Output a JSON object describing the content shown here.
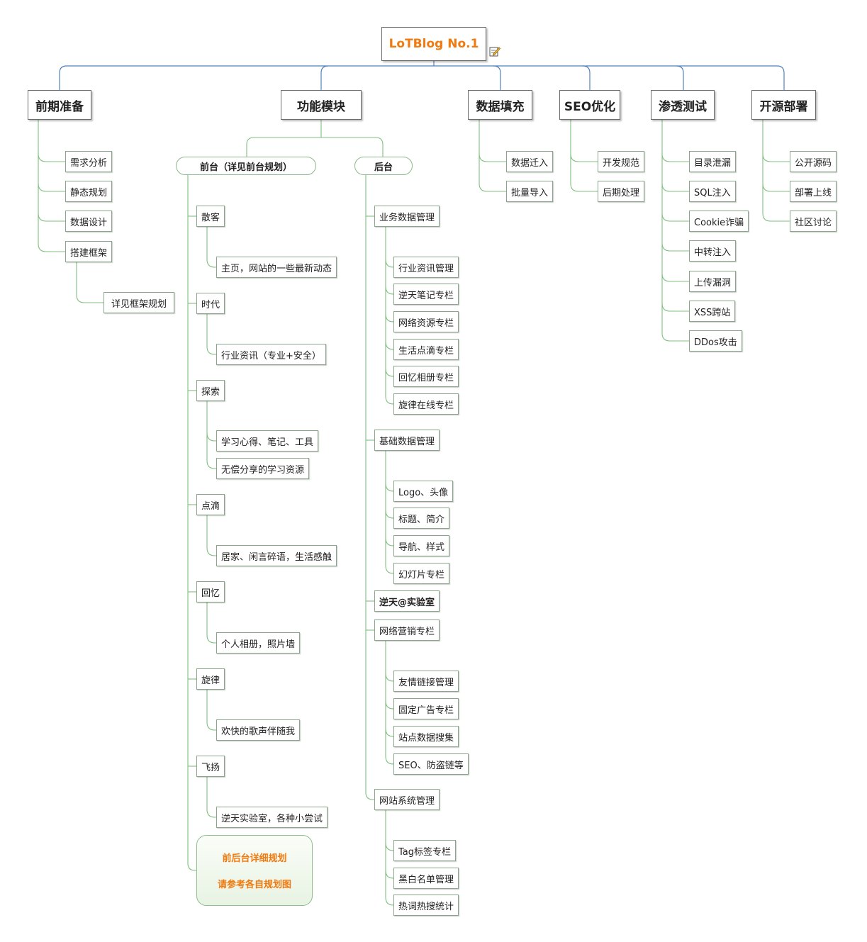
{
  "root": {
    "label": "LoTBlog No.1"
  },
  "branches": {
    "prep": {
      "label": "前期准备",
      "items": [
        "需求分析",
        "静态规划",
        "数据设计",
        "搭建框架"
      ],
      "sub": "详见框架规划"
    },
    "func": {
      "label": "功能模块"
    },
    "data": {
      "label": "数据填充",
      "items": [
        "数据迁入",
        "批量导入"
      ]
    },
    "seo": {
      "label": "SEO优化",
      "items": [
        "开发规范",
        "后期处理"
      ]
    },
    "pentest": {
      "label": "渗透测试",
      "items": [
        "目录泄漏",
        "SQL注入",
        "Cookie诈骗",
        "中转注入",
        "上传漏洞",
        "XSS跨站",
        "DDos攻击"
      ]
    },
    "opensource": {
      "label": "开源部署",
      "items": [
        "公开源码",
        "部署上线",
        "社区讨论"
      ]
    }
  },
  "frontend": {
    "label": "前台（详见前台规划）",
    "groups": [
      {
        "label": "散客",
        "items": [
          "主页，网站的一些最新动态"
        ]
      },
      {
        "label": "时代",
        "items": [
          "行业资讯（专业+安全）"
        ]
      },
      {
        "label": "探索",
        "items": [
          "学习心得、笔记、工具",
          "无偿分享的学习资源"
        ]
      },
      {
        "label": "点滴",
        "items": [
          "居家、闲言碎语，生活感触"
        ]
      },
      {
        "label": "回忆",
        "items": [
          "个人相册，照片墙"
        ]
      },
      {
        "label": "旋律",
        "items": [
          "欢快的歌声伴随我"
        ]
      },
      {
        "label": "飞扬",
        "items": [
          "逆天实验室，各种小尝试"
        ]
      }
    ],
    "note_line1": "前后台详细规划",
    "note_line2": "请参考各自规划图"
  },
  "backend": {
    "label": "后台",
    "groups": [
      {
        "label": "业务数据管理",
        "items": [
          "行业资讯管理",
          "逆天笔记专栏",
          "网络资源专栏",
          "生活点滴专栏",
          "回忆相册专栏",
          "旋律在线专栏"
        ]
      },
      {
        "label": "基础数据管理",
        "items": [
          "Logo、头像",
          "标题、简介",
          "导航、样式",
          "幻灯片专栏"
        ]
      },
      {
        "label": "逆天@实验室",
        "items": []
      },
      {
        "label": "网络营销专栏",
        "items": [
          "友情链接管理",
          "固定广告专栏",
          "站点数据搜集",
          "SEO、防盗链等"
        ]
      },
      {
        "label": "网站系统管理",
        "items": [
          "Tag标签专栏",
          "黑白名单管理",
          "热词热搜统计"
        ]
      }
    ]
  },
  "colors": {
    "root_text": "#f07a10",
    "branch_line": "#4f81bd",
    "sub_line": "#7fbf7f"
  },
  "icons": {
    "root_note": "note-edit-icon"
  }
}
